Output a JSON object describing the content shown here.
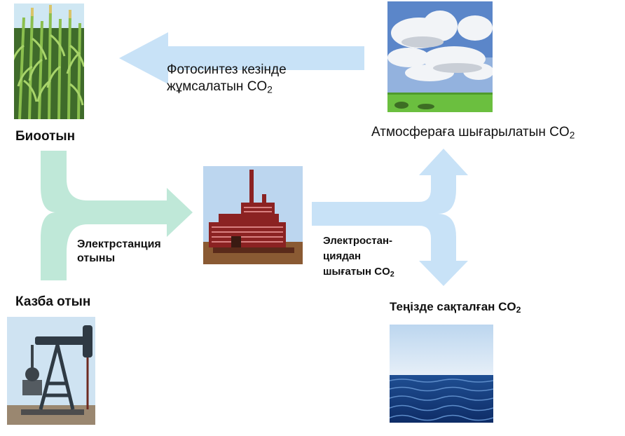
{
  "labels": {
    "photosynthesis": {
      "line1": "Фотосинтез кезінде",
      "line2_main": "жұмсалатын CO",
      "line2_sub": "2"
    },
    "biofuel": "Биоотын",
    "atmosphere": {
      "main": "Атмосфераға шығарылатын CO",
      "sub": "2"
    },
    "plant_fuel": {
      "line1": "Электрстанция",
      "line2": "отыны"
    },
    "plant_emission": {
      "line1": "Электростан-",
      "line2": "циядан",
      "line3_main": "шығатын CO",
      "line3_sub": "2"
    },
    "fossil_fuel": "Казба отын",
    "ocean": {
      "main": "Теңізде сақталған CO",
      "sub": "2"
    }
  },
  "colors": {
    "blue_arrow": "#c8e2f7",
    "green_arrow": "#bfe8d8"
  },
  "icons": [
    "corn-field-icon",
    "cloudy-sky-icon",
    "power-plant-icon",
    "oil-pump-icon",
    "sea-icon"
  ]
}
